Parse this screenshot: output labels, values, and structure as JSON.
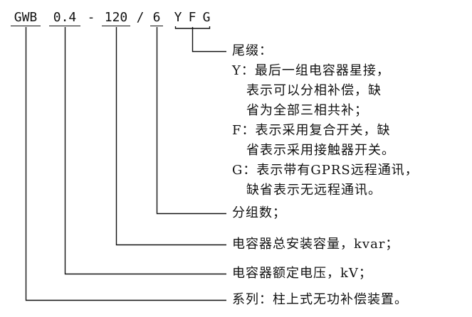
{
  "model_code": {
    "series": "GWB",
    "voltage": "0.4",
    "dash": "-",
    "capacity": "120",
    "slash": "/",
    "groups": "6",
    "suffix_y": "Y",
    "suffix_f": "F",
    "suffix_g": "G"
  },
  "legend": {
    "suffix_title": "尾缀：",
    "y_line1": "Y：最后一组电容器星接，",
    "y_line2": "表示可以分相补偿，缺",
    "y_line3": "省为全部三相共补；",
    "f_line1": "F：表示采用复合开关，缺",
    "f_line2": "省表示采用接触器开关。",
    "g_line1": "G：表示带有GPRS远程通讯，",
    "g_line2": "缺省表示无远程通讯。",
    "groups_desc": "分组数；",
    "capacity_desc": "电容器总安装容量，kvar；",
    "voltage_desc": "电容器额定电压，kV；",
    "series_desc": "系列：柱上式无功补偿装置。"
  },
  "colors": {
    "ink": "#111111",
    "background": "#ffffff"
  }
}
